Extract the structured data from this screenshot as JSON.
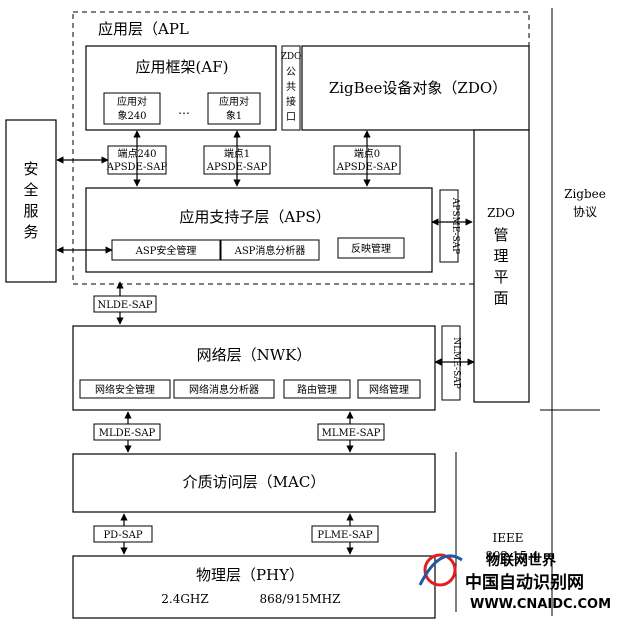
{
  "apl": {
    "title": "应用层（APL"
  },
  "af": {
    "title": "应用框架(AF)",
    "obj240_l1": "应用对",
    "obj240_l2": "象240",
    "ellipsis": "…",
    "obj1_l1": "应用对",
    "obj1_l2": "象1"
  },
  "zdo_if": {
    "c1": "ZDO",
    "c2": "公",
    "c3": "共",
    "c4": "接",
    "c5": "口"
  },
  "zdo": {
    "title": "ZigBee设备对象（ZDO）"
  },
  "sap_endpoints": [
    {
      "l1": "端点240",
      "l2": "APSDE-SAP"
    },
    {
      "l1": "端点1",
      "l2": "APSDE-SAP"
    },
    {
      "l1": "端点0",
      "l2": "APSDE-SAP"
    }
  ],
  "security": {
    "c1": "安",
    "c2": "全",
    "c3": "服",
    "c4": "务"
  },
  "aps": {
    "title": "应用支持子层（APS）",
    "sec": "ASP安全管理",
    "msg": "ASP消息分析器",
    "reflect": "反映管理"
  },
  "apsme": "APSME-SAP",
  "zdo_plane": {
    "c1": "ZDO",
    "c2": "管",
    "c3": "理",
    "c4": "平",
    "c5": "面"
  },
  "zigbee_protocol": {
    "l1": "Zigbee",
    "l2": "协议"
  },
  "nlde": "NLDE-SAP",
  "nwk": {
    "title": "网络层（NWK）",
    "sec": "网络安全管理",
    "msg": "网络消息分析器",
    "route": "路由管理",
    "mgmt": "网络管理"
  },
  "nlme": "NLME-SAP",
  "mlde": "MLDE-SAP",
  "mlme": "MLME-SAP",
  "mac": {
    "title": "介质访问层（MAC）"
  },
  "pd": "PD-SAP",
  "plme": "PLME-SAP",
  "phy": {
    "title": "物理层（PHY）",
    "band1": "2.4GHZ",
    "band2": "868/915MHZ"
  },
  "ieee": {
    "l1": "IEEE",
    "l2": "802.15.4"
  },
  "watermark": {
    "cn1": "物联网世界",
    "cn2": "中国自动识别网",
    "url": "WWW.CNAIDC.COM"
  },
  "colors": {
    "apl_bg": "#dce6f2",
    "watermark_red": "#e02020",
    "watermark_blue": "#1c5aa8",
    "watermark_gray": "#999999"
  }
}
